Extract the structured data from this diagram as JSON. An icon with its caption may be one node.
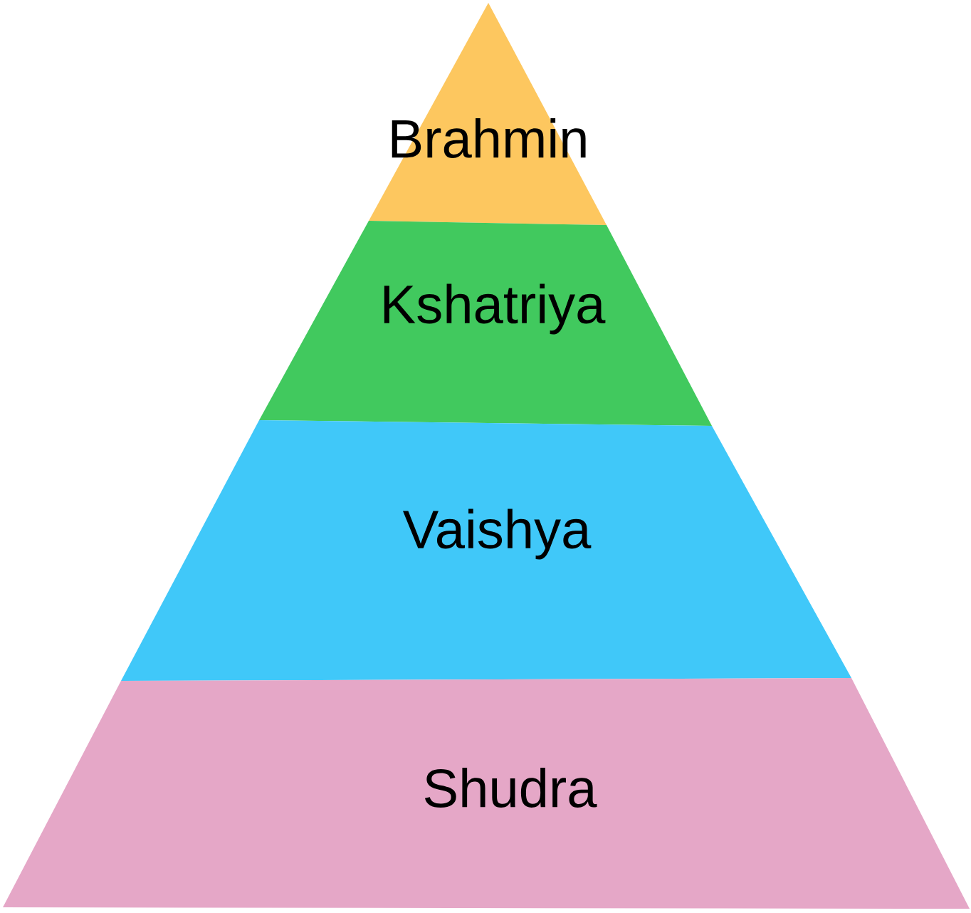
{
  "diagram": {
    "nodes": [
      {
        "text": [
          "Brahmin"
        ]
      },
      {
        "text": [
          "Kshatriya"
        ]
      },
      {
        "text": [
          "Vaishya"
        ]
      },
      {
        "text": [
          "Shudra"
        ]
      }
    ]
  }
}
